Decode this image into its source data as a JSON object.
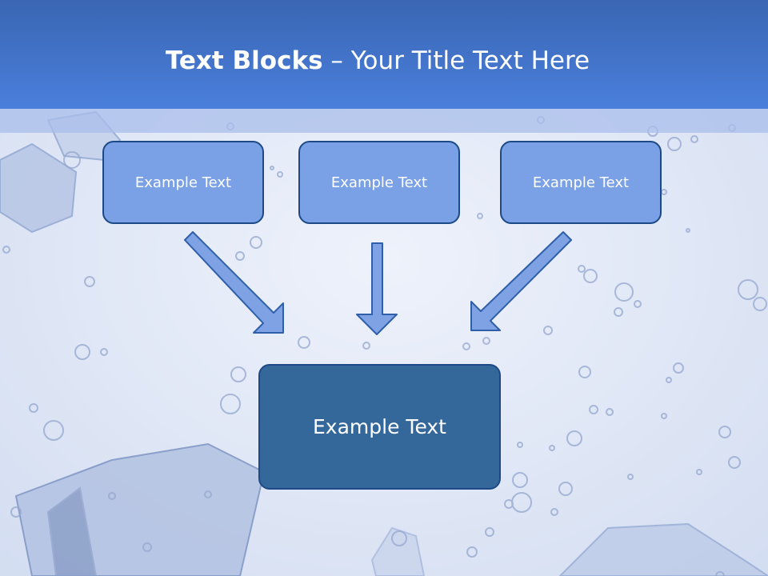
{
  "slide": {
    "title_bold": "Text Blocks",
    "title_dash": " – ",
    "title_rest": "Your Title Text Here"
  },
  "diagram": {
    "top_boxes": [
      {
        "label": "Example Text"
      },
      {
        "label": "Example Text"
      },
      {
        "label": "Example Text"
      }
    ],
    "bottom_box": {
      "label": "Example Text"
    }
  },
  "colors": {
    "header": "#4a7fdc",
    "small_box": "#7aa0e6",
    "big_box": "#34679a",
    "border": "#1d4a86",
    "arrow_fill": "#7ea2e4",
    "arrow_stroke": "#2f5fa8"
  }
}
